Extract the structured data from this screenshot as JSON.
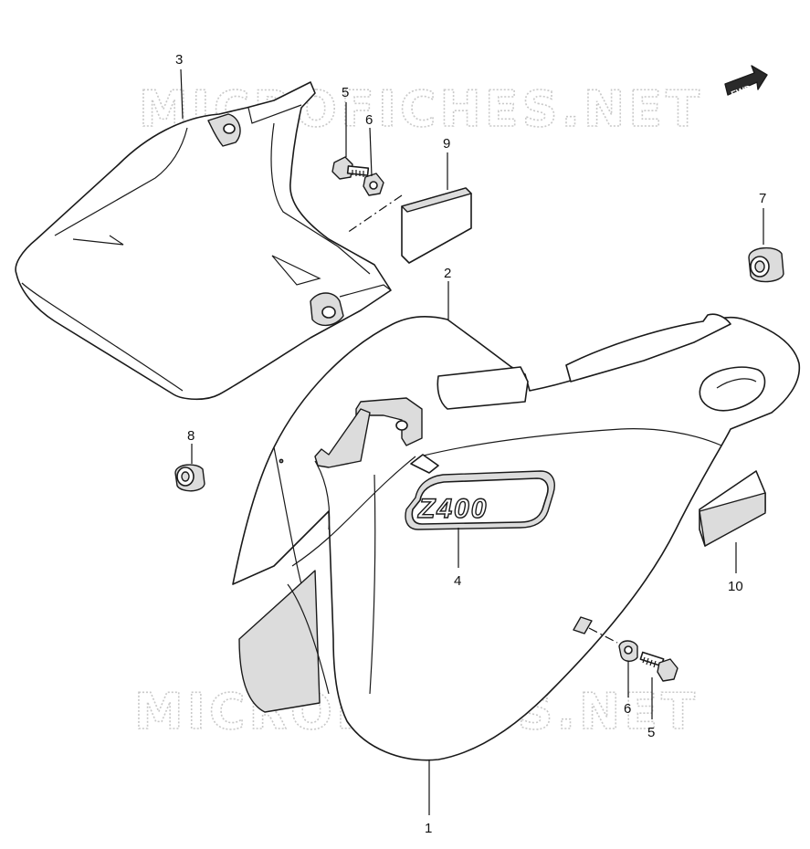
{
  "watermark": {
    "text": "MICROFICHES.NET"
  },
  "fwd_label": "FWD",
  "emblem_text": "Z400",
  "callouts": [
    {
      "id": "c1",
      "label": "1"
    },
    {
      "id": "c2",
      "label": "2"
    },
    {
      "id": "c3",
      "label": "3"
    },
    {
      "id": "c4",
      "label": "4"
    },
    {
      "id": "c5a",
      "label": "5"
    },
    {
      "id": "c5b",
      "label": "5"
    },
    {
      "id": "c6a",
      "label": "6"
    },
    {
      "id": "c6b",
      "label": "6"
    },
    {
      "id": "c7",
      "label": "7"
    },
    {
      "id": "c8",
      "label": "8"
    },
    {
      "id": "c9",
      "label": "9"
    },
    {
      "id": "c10",
      "label": "10"
    }
  ],
  "colors": {
    "line": "#1a1a1a",
    "shade": "#dcdcdc",
    "watermark": "#c9c9c9"
  }
}
